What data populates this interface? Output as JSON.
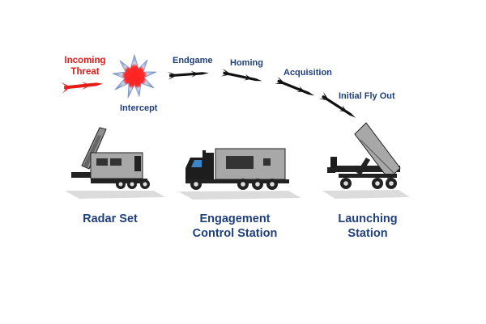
{
  "labels": {
    "incoming_threat_line1": "Incoming",
    "incoming_threat_line2": "Threat",
    "intercept": "Intercept",
    "endgame": "Endgame",
    "homing": "Homing",
    "acquisition": "Acquisition",
    "initial_fly_out": "Initial Fly Out",
    "radar_set": "Radar Set",
    "ecs_line1": "Engagement",
    "ecs_line2": "Control Station",
    "launching_line1": "Launching",
    "launching_line2": "Station"
  },
  "colors": {
    "threat": "#e41b17",
    "label_blue": "#1f3f7a",
    "missile": "#111111",
    "vehicle_gray": "#a7a7a7",
    "cab_black": "#1d1d1d",
    "window_blue": "#3a86c8",
    "shadow": "#d9d9d9"
  },
  "icons": [
    "incoming-threat-missile-icon",
    "intercept-explosion-icon",
    "interceptor-missile-icon",
    "radar-truck-icon",
    "control-station-truck-icon",
    "launcher-truck-icon"
  ]
}
